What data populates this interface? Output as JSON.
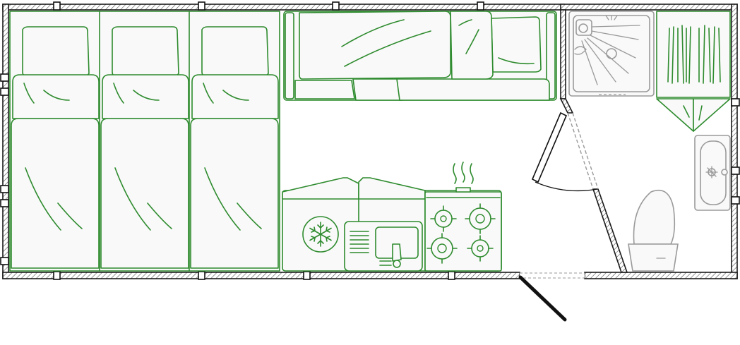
{
  "plan": {
    "colors": {
      "furniture_stroke": "#2e8b2e",
      "fixture_stroke": "#9a9a9a",
      "wall_stroke": "#1a1a1a",
      "fill": "#f9f9f9"
    },
    "zones": [
      {
        "id": "bunk-beds",
        "items": [
          "bed",
          "bed",
          "bed"
        ]
      },
      {
        "id": "lounge",
        "items": [
          "sofa"
        ]
      },
      {
        "id": "kitchen",
        "items": [
          "fridge",
          "sink",
          "stove"
        ]
      },
      {
        "id": "bathroom",
        "items": [
          "shower",
          "wardrobe",
          "washbasin",
          "toilet"
        ]
      }
    ],
    "icons": [
      "snowflake-icon",
      "steam-icon",
      "shower-head-icon",
      "tap-icon"
    ]
  }
}
